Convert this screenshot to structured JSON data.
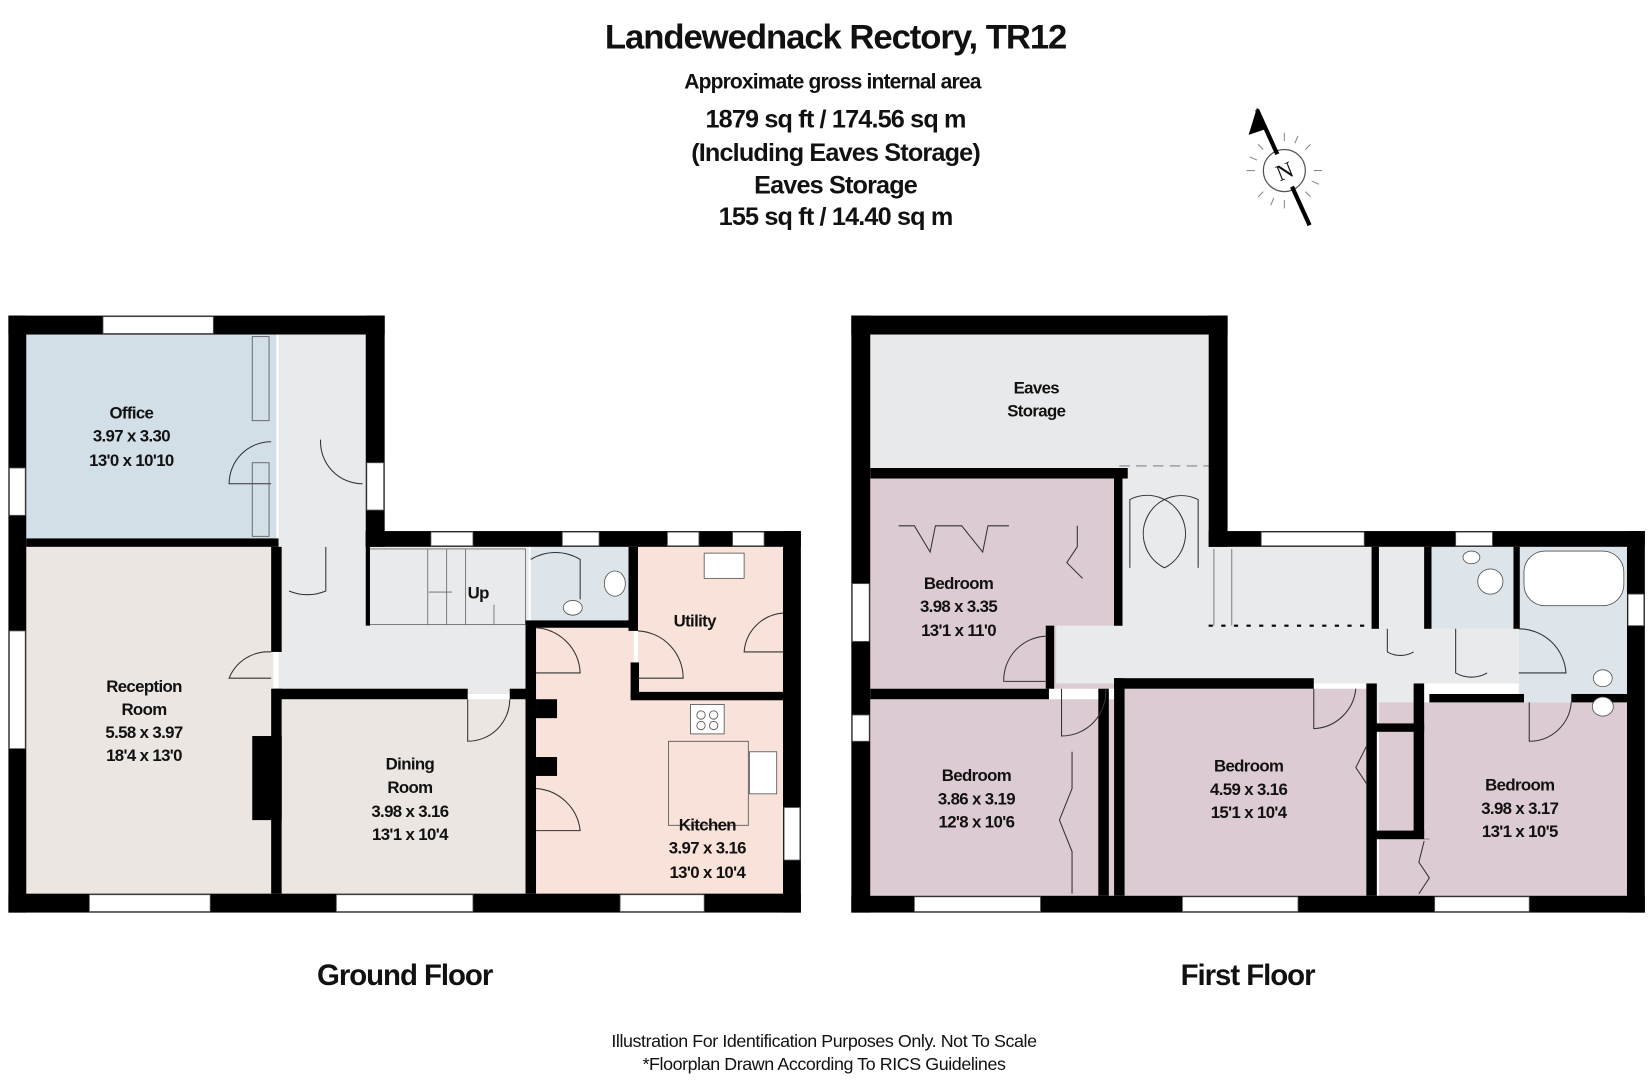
{
  "header": {
    "title": "Landewednack Rectory, TR12",
    "subtitle": "Approximate gross internal area",
    "total_area": "1879 sq ft  /  174.56 sq m",
    "including_note": "(Including Eaves Storage)",
    "eaves_label": "Eaves Storage",
    "eaves_area": "155 sq ft  /  14.40 sq m"
  },
  "compass": {
    "label": "N"
  },
  "ground_floor": {
    "label": "Ground Floor",
    "stairs_label": "Up",
    "rooms": {
      "office": {
        "name": "Office",
        "metric": "3.97 x 3.30",
        "imperial": "13'0 x 10'10"
      },
      "reception": {
        "name1": "Reception",
        "name2": "Room",
        "metric": "5.58 x 3.97",
        "imperial": "18'4 x 13'0"
      },
      "dining": {
        "name1": "Dining",
        "name2": "Room",
        "metric": "3.98 x 3.16",
        "imperial": "13'1 x 10'4"
      },
      "utility": {
        "name": "Utility"
      },
      "kitchen": {
        "name": "Kitchen",
        "metric": "3.97 x 3.16",
        "imperial": "13'0 x 10'4"
      }
    }
  },
  "first_floor": {
    "label": "First Floor",
    "rooms": {
      "eaves": {
        "name1": "Eaves",
        "name2": "Storage"
      },
      "bedroom1": {
        "name": "Bedroom",
        "metric": "3.98 x 3.35",
        "imperial": "13'1 x 11'0"
      },
      "bedroom2": {
        "name": "Bedroom",
        "metric": "3.86 x 3.19",
        "imperial": "12'8 x 10'6"
      },
      "bedroom3": {
        "name": "Bedroom",
        "metric": "4.59 x 3.16",
        "imperial": "15'1 x 10'4"
      },
      "bedroom4": {
        "name": "Bedroom",
        "metric": "3.98 x 3.17",
        "imperial": "13'1 x 10'5"
      }
    }
  },
  "footer": {
    "line1": "Illustration For Identification Purposes Only. Not To Scale",
    "line2": "*Floorplan Drawn According To RICS Guidelines"
  },
  "colors": {
    "office": "#d3dfe7",
    "reception": "#ece6e2",
    "hall": "#e9eaec",
    "wet": "#dde5eb",
    "kitchen": "#f9e2d9",
    "bedroom": "#dccbd3"
  }
}
